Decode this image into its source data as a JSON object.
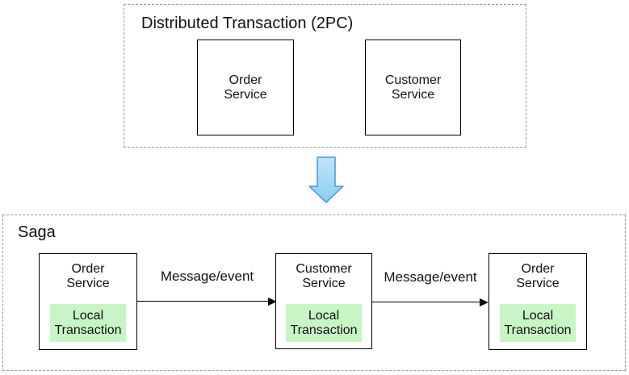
{
  "top_section": {
    "title": "Distributed Transaction (2PC)",
    "services": [
      {
        "name_line1": "Order",
        "name_line2": "Service"
      },
      {
        "name_line1": "Customer",
        "name_line2": "Service"
      }
    ]
  },
  "saga_section": {
    "title": "Saga",
    "services": [
      {
        "name_line1": "Order",
        "name_line2": "Service",
        "local_line1": "Local",
        "local_line2": "Transaction"
      },
      {
        "name_line1": "Customer",
        "name_line2": "Service",
        "local_line1": "Local",
        "local_line2": "Transaction"
      },
      {
        "name_line1": "Order",
        "name_line2": "Service",
        "local_line1": "Local",
        "local_line2": "Transaction"
      }
    ],
    "arrows": [
      {
        "label": "Message/event"
      },
      {
        "label": "Message/event"
      }
    ]
  },
  "colors": {
    "local_transaction_bg": "#c8f5c5",
    "dashed_border": "#999999",
    "solid_border": "#000000",
    "transition_arrow_fill_top": "#c3e3f8",
    "transition_arrow_fill_bottom": "#8bcdf1",
    "transition_arrow_stroke": "#3d9bd5"
  }
}
